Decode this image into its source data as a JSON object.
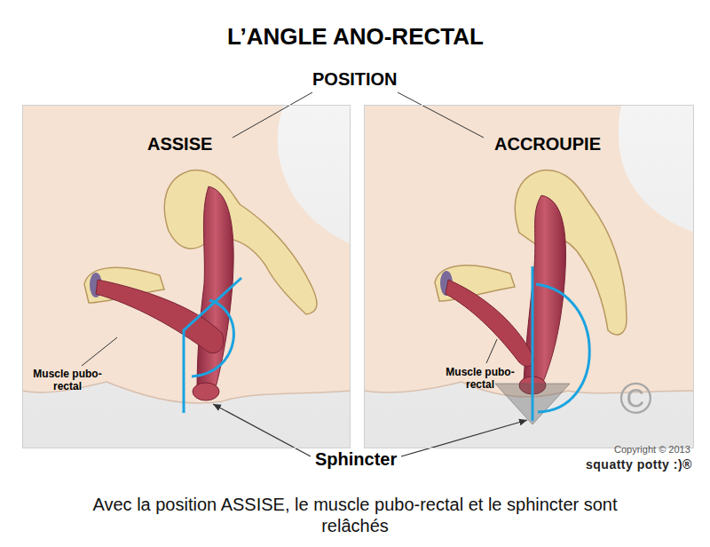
{
  "diagram": {
    "title": "L’ANGLE ANO-RECTAL",
    "caption": "Avec la position ASSISE, le muscle pubo-rectal et le sphincter sont relâchés",
    "nodes": [
      {
        "text": [
          "ASSISE",
          "Muscle pubo-rectal"
        ]
      },
      {
        "text": [
          "ACCROUPIE",
          "Muscle pubo-rectal"
        ]
      }
    ],
    "labels": [
      "POSITION",
      "Sphincter",
      "©",
      "Copyright © 2013",
      "squatty potty :)®"
    ]
  }
}
